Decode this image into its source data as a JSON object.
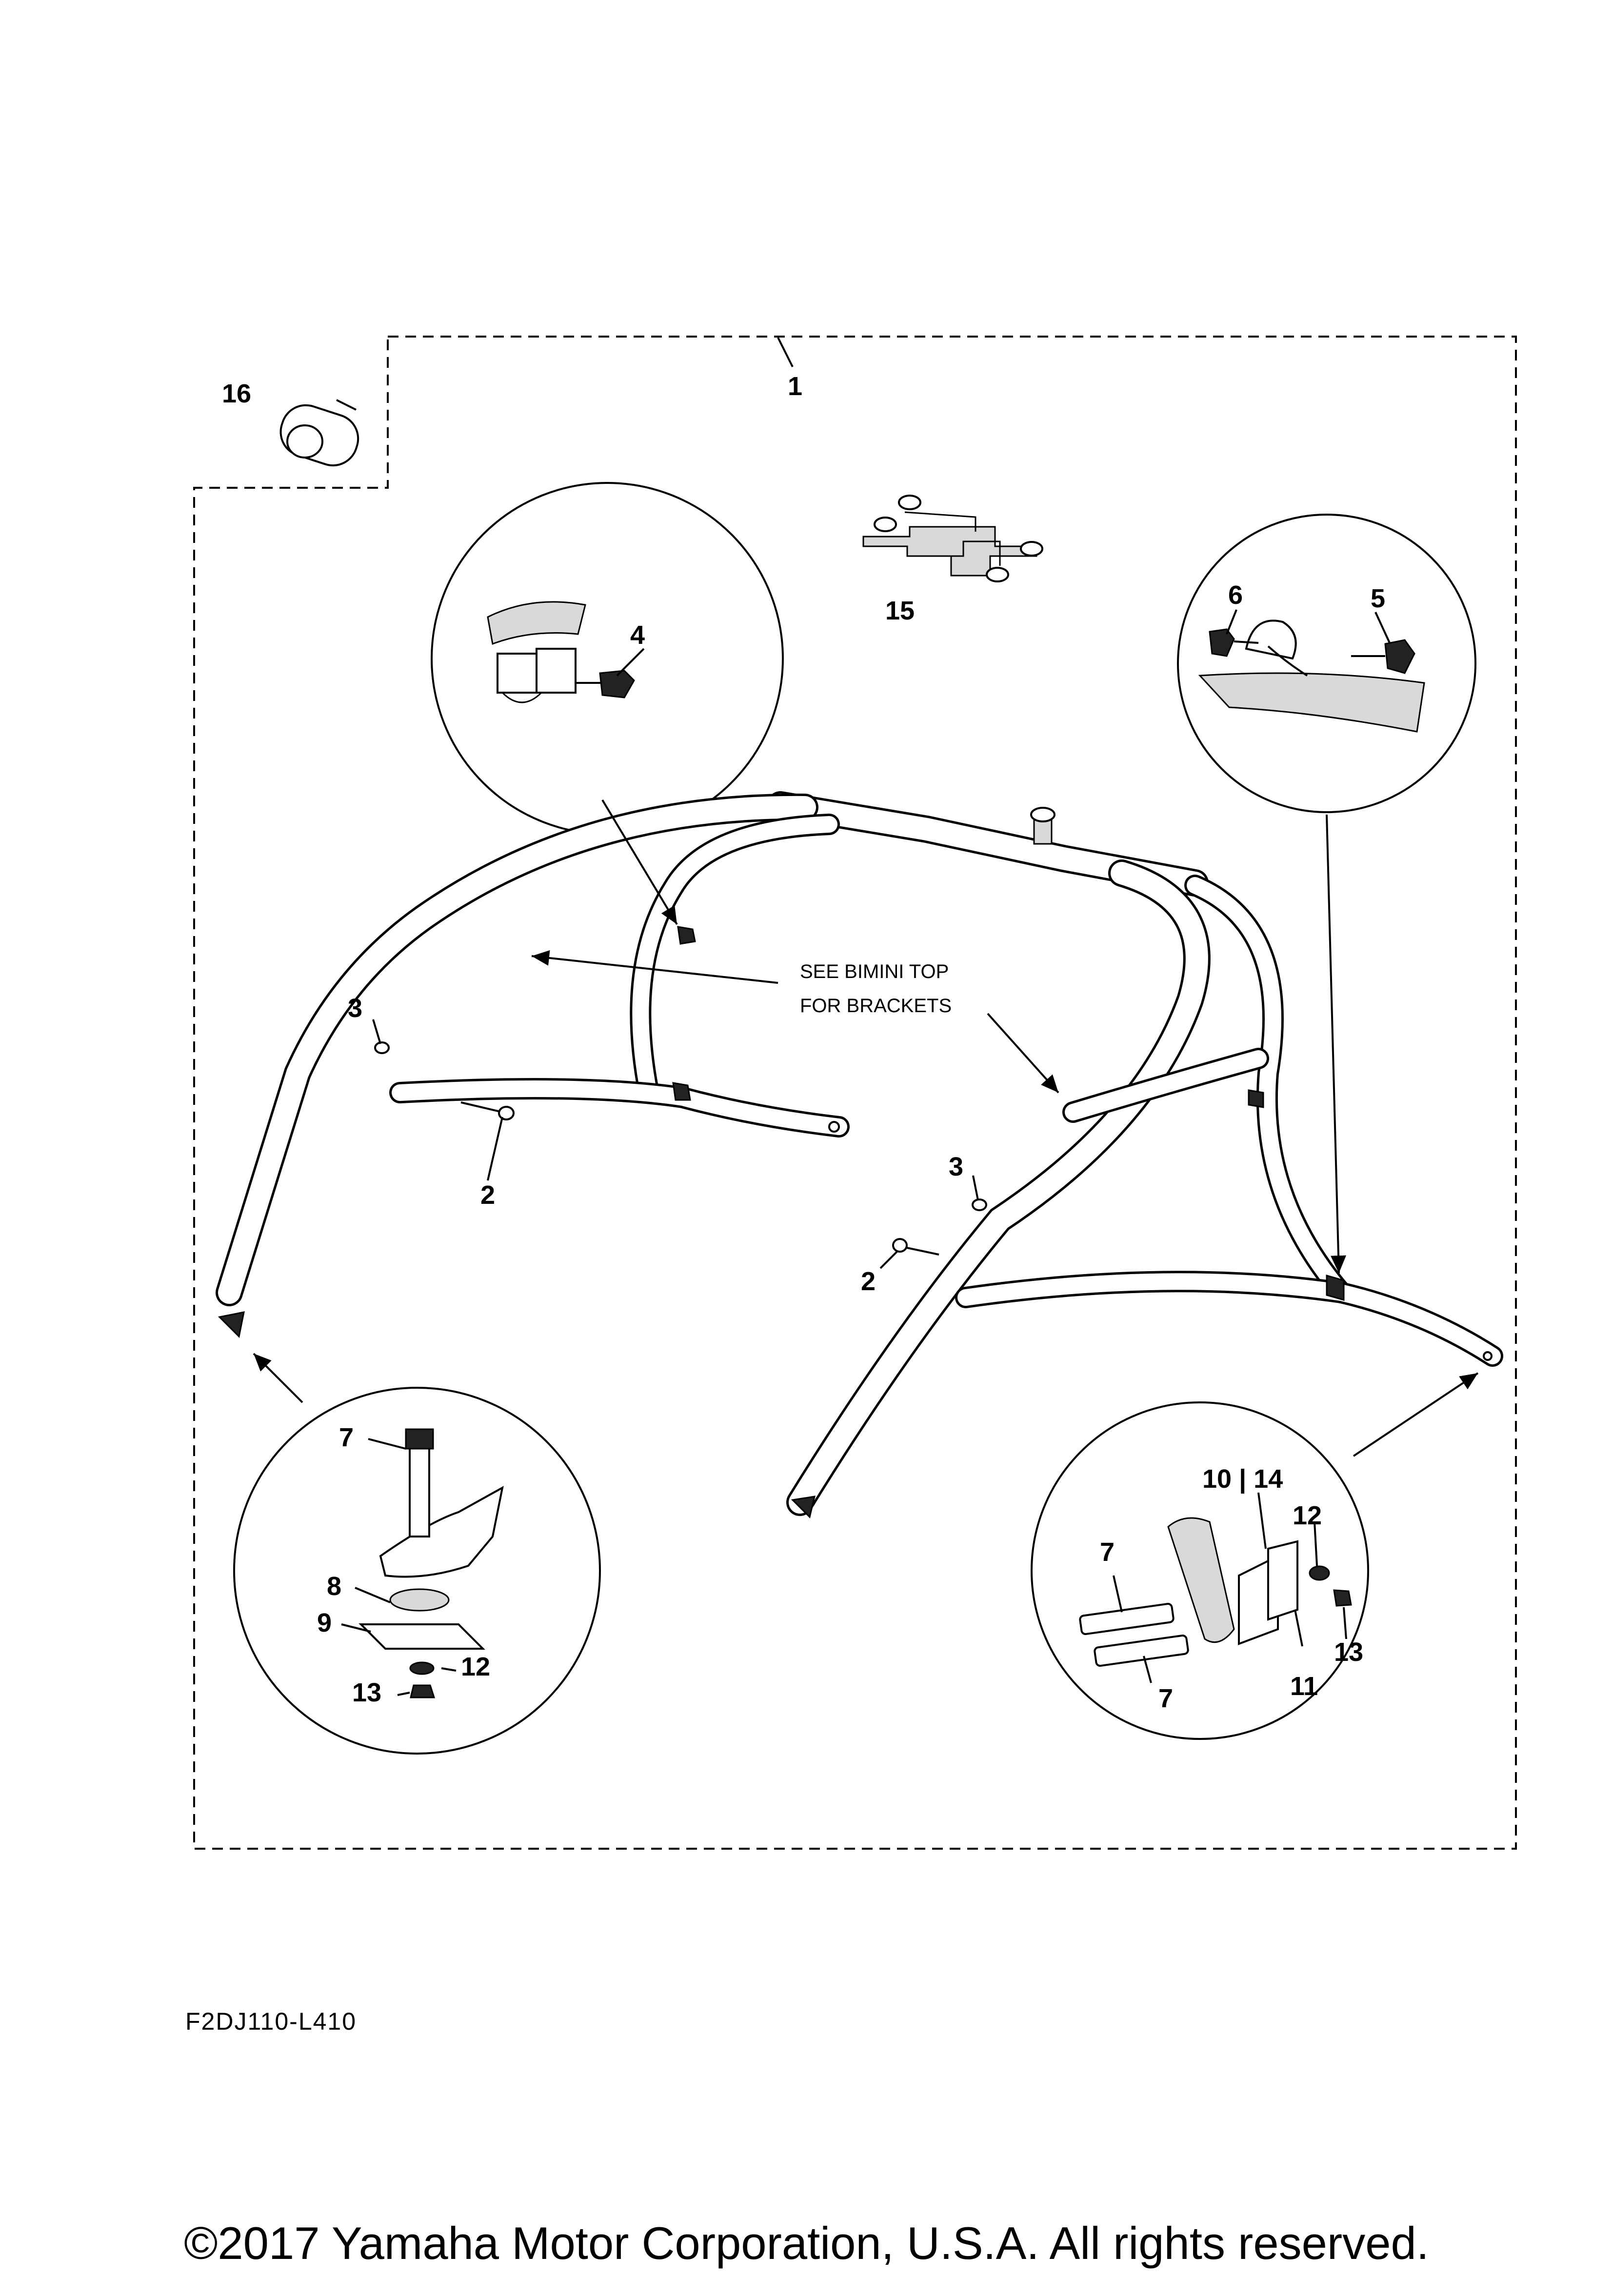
{
  "drawing_code": "F2DJ110-L410",
  "copyright": "©2017 Yamaha Motor Corporation, U.S.A. All rights reserved.",
  "note": {
    "line1": "SEE BIMINI TOP",
    "line2": "FOR BRACKETS"
  },
  "callouts": {
    "c1": "1",
    "c2a": "2",
    "c2b": "2",
    "c3a": "3",
    "c3b": "3",
    "c4": "4",
    "c5": "5",
    "c6": "6",
    "c7a": "7",
    "c7b": "7",
    "c7c": "7",
    "c8": "8",
    "c9": "9",
    "c10_14": "10 | 14",
    "c11": "11",
    "c12a": "12",
    "c12b": "12",
    "c13a": "13",
    "c13b": "13",
    "c15": "15",
    "c16": "16"
  }
}
